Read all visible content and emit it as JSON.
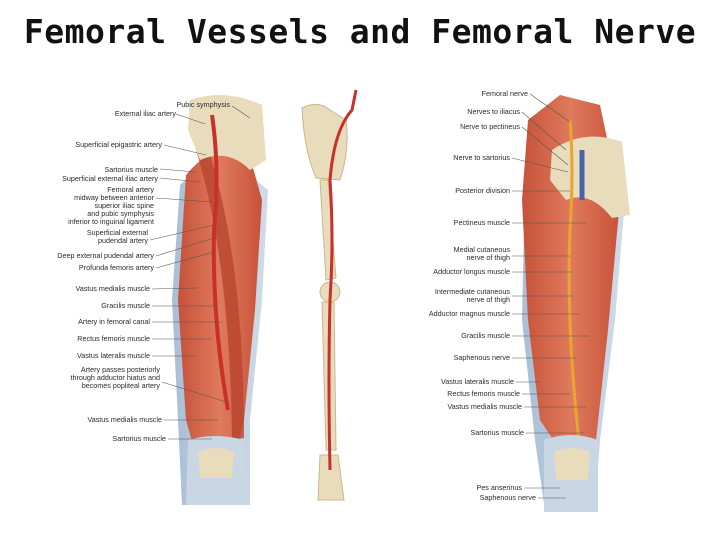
{
  "title": "Femoral Vessels and Femoral Nerve",
  "left_labels": [
    "Pubic symphysis",
    "External iliac artery",
    "Superficial epigastric artery",
    "Sartorius muscle",
    "Superficial external iliac artery",
    "Femoral artery\nmidway between anterior\nsuperior iliac spine\nand pubic symphysis\ninferior to inguinal ligament",
    "Superficial external\npudendal artery",
    "Deep external pudendal artery",
    "Profunda femoris artery",
    "Vastus medialis muscle",
    "Gracilis muscle",
    "Artery in femoral canal",
    "Rectus femoris muscle",
    "Vastus lateralis muscle",
    "Artery passes posteriorly\nthrough adductor hiatus and\nbecomes popliteal artery",
    "Vastus medialis muscle",
    "Sartorius muscle"
  ],
  "right_labels": [
    "Femoral nerve",
    "Nerves to iliacus",
    "Nerve to pectineus",
    "Nerve to sartorius",
    "Posterior division",
    "Pectineus muscle",
    "Medial cutaneous\nnerve of thigh",
    "Adductor longus muscle",
    "Intermediate cutaneous\nnerve of thigh",
    "Adductor magnus muscle",
    "Gracilis muscle",
    "Saphenous nerve",
    "Vastus lateralis muscle",
    "Rectus femoris muscle",
    "Vastus medialis muscle",
    "Sartorius muscle",
    "Pes anserinus",
    "Saphenous nerve"
  ],
  "colors": {
    "muscle": "#d9694f",
    "muscle_dark": "#b8452f",
    "fascia": "#b7c9dc",
    "bone": "#e9dcbc",
    "artery": "#c8302a",
    "nerve": "#e8a530",
    "vein": "#4a62a8"
  }
}
